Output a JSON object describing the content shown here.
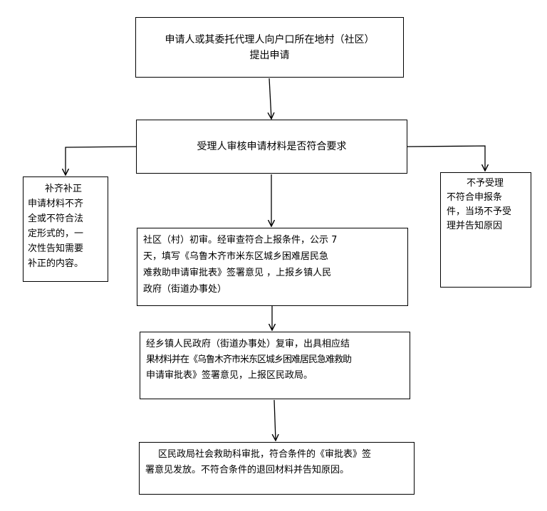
{
  "nodes": {
    "apply": {
      "lines": [
        "申请人或其委托代理人向户口所在地村（社区）",
        "提出申请"
      ]
    },
    "review": {
      "lines": [
        "受理人审核申请材料是否符合要求"
      ]
    },
    "supplement": {
      "lines": [
        "补齐补正",
        "申请材料不齐",
        "全或不符合法",
        "定形式的，一",
        "次性告知需要",
        "补正的内容。"
      ]
    },
    "reject": {
      "lines": [
        "不予受理",
        "不符合申报条",
        "件，当场不予受",
        "理并告知原因"
      ]
    },
    "village": {
      "lines": [
        "社区（村）初审。经审查符合上报条件，公示 7",
        "天，填写《乌鲁木齐市米东区城乡困难居民急",
        "难救助申请审批表》签署意见 ，上报乡镇人民",
        "政府（街道办事处）"
      ]
    },
    "town": {
      "lines": [
        "经乡镇人民政府（街道办事处）复审，出具相应结",
        "果材料并在《乌鲁木齐市米东区城乡困难居民急难救助",
        "申请审批表》签署意见，上报区民政局。"
      ]
    },
    "bureau": {
      "lines": [
        "区民政局社会救助科审批，符合条件的《审批表》签",
        "署意见发放。不符合条件的退回材料并告知原因。"
      ]
    }
  },
  "edges": [
    {
      "from": "apply",
      "to": "review"
    },
    {
      "from": "review",
      "to": "supplement"
    },
    {
      "from": "review",
      "to": "reject"
    },
    {
      "from": "review",
      "to": "village"
    },
    {
      "from": "village",
      "to": "town"
    },
    {
      "from": "town",
      "to": "bureau"
    }
  ],
  "colors": {
    "line": "#000000",
    "box_border": "#000000",
    "background": "#ffffff"
  }
}
